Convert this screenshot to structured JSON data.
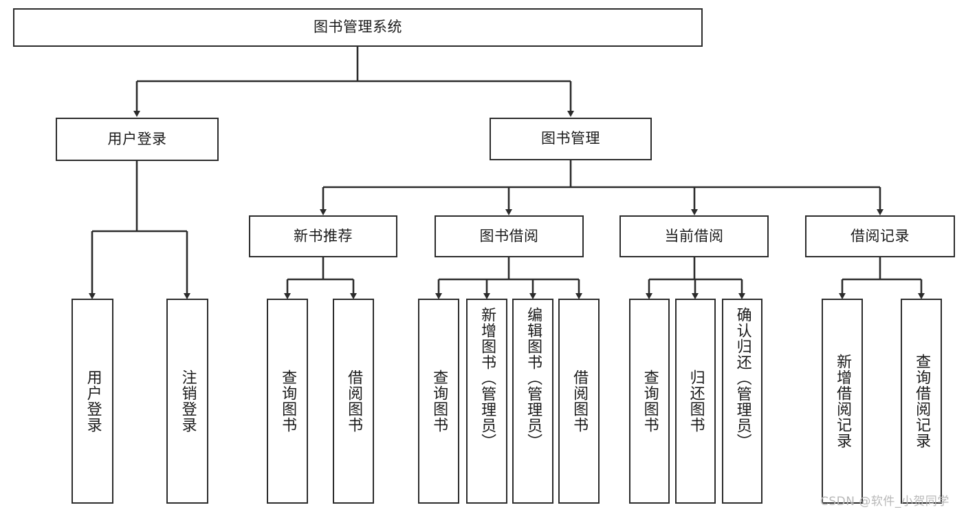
{
  "diagram": {
    "title": "图书管理系统",
    "type": "hierarchy-tree",
    "watermark": "CSDN @软件_小贺同学",
    "colors": {
      "box_border": "#2b2b2b",
      "box_fill": "#ffffff",
      "edge": "#2b2b2b",
      "text": "#1a1a1a",
      "watermark": "#b8b8b8"
    },
    "levels": {
      "level1": [
        {
          "id": "root",
          "label": "图书管理系统"
        }
      ],
      "level2": [
        {
          "id": "user-login",
          "label": "用户登录"
        },
        {
          "id": "book-manage",
          "label": "图书管理"
        }
      ],
      "level3": [
        {
          "id": "new-book-recommend",
          "label": "新书推荐"
        },
        {
          "id": "book-borrow",
          "label": "图书借阅"
        },
        {
          "id": "current-borrow",
          "label": "当前借阅"
        },
        {
          "id": "borrow-record",
          "label": "借阅记录"
        }
      ],
      "level4": {
        "user-login": [
          {
            "id": "leaf-user-login",
            "label": "用户登录"
          },
          {
            "id": "leaf-logout-login",
            "label": "注销登录"
          }
        ],
        "new-book-recommend": [
          {
            "id": "leaf-query-book-1",
            "label": "查询图书"
          },
          {
            "id": "leaf-borrow-book-1",
            "label": "借阅图书"
          }
        ],
        "book-borrow": [
          {
            "id": "leaf-query-book-2",
            "label": "查询图书"
          },
          {
            "id": "leaf-add-book",
            "label": "新增图书（管理员）"
          },
          {
            "id": "leaf-edit-book",
            "label": "编辑图书（管理员）"
          },
          {
            "id": "leaf-borrow-book-2",
            "label": "借阅图书"
          }
        ],
        "current-borrow": [
          {
            "id": "leaf-query-book-3",
            "label": "查询图书"
          },
          {
            "id": "leaf-return-book",
            "label": "归还图书"
          },
          {
            "id": "leaf-confirm-return",
            "label": "确认归还（管理员）"
          }
        ],
        "borrow-record": [
          {
            "id": "leaf-add-record",
            "label": "新增借阅记录"
          },
          {
            "id": "leaf-query-record",
            "label": "查询借阅记录"
          }
        ]
      }
    }
  }
}
